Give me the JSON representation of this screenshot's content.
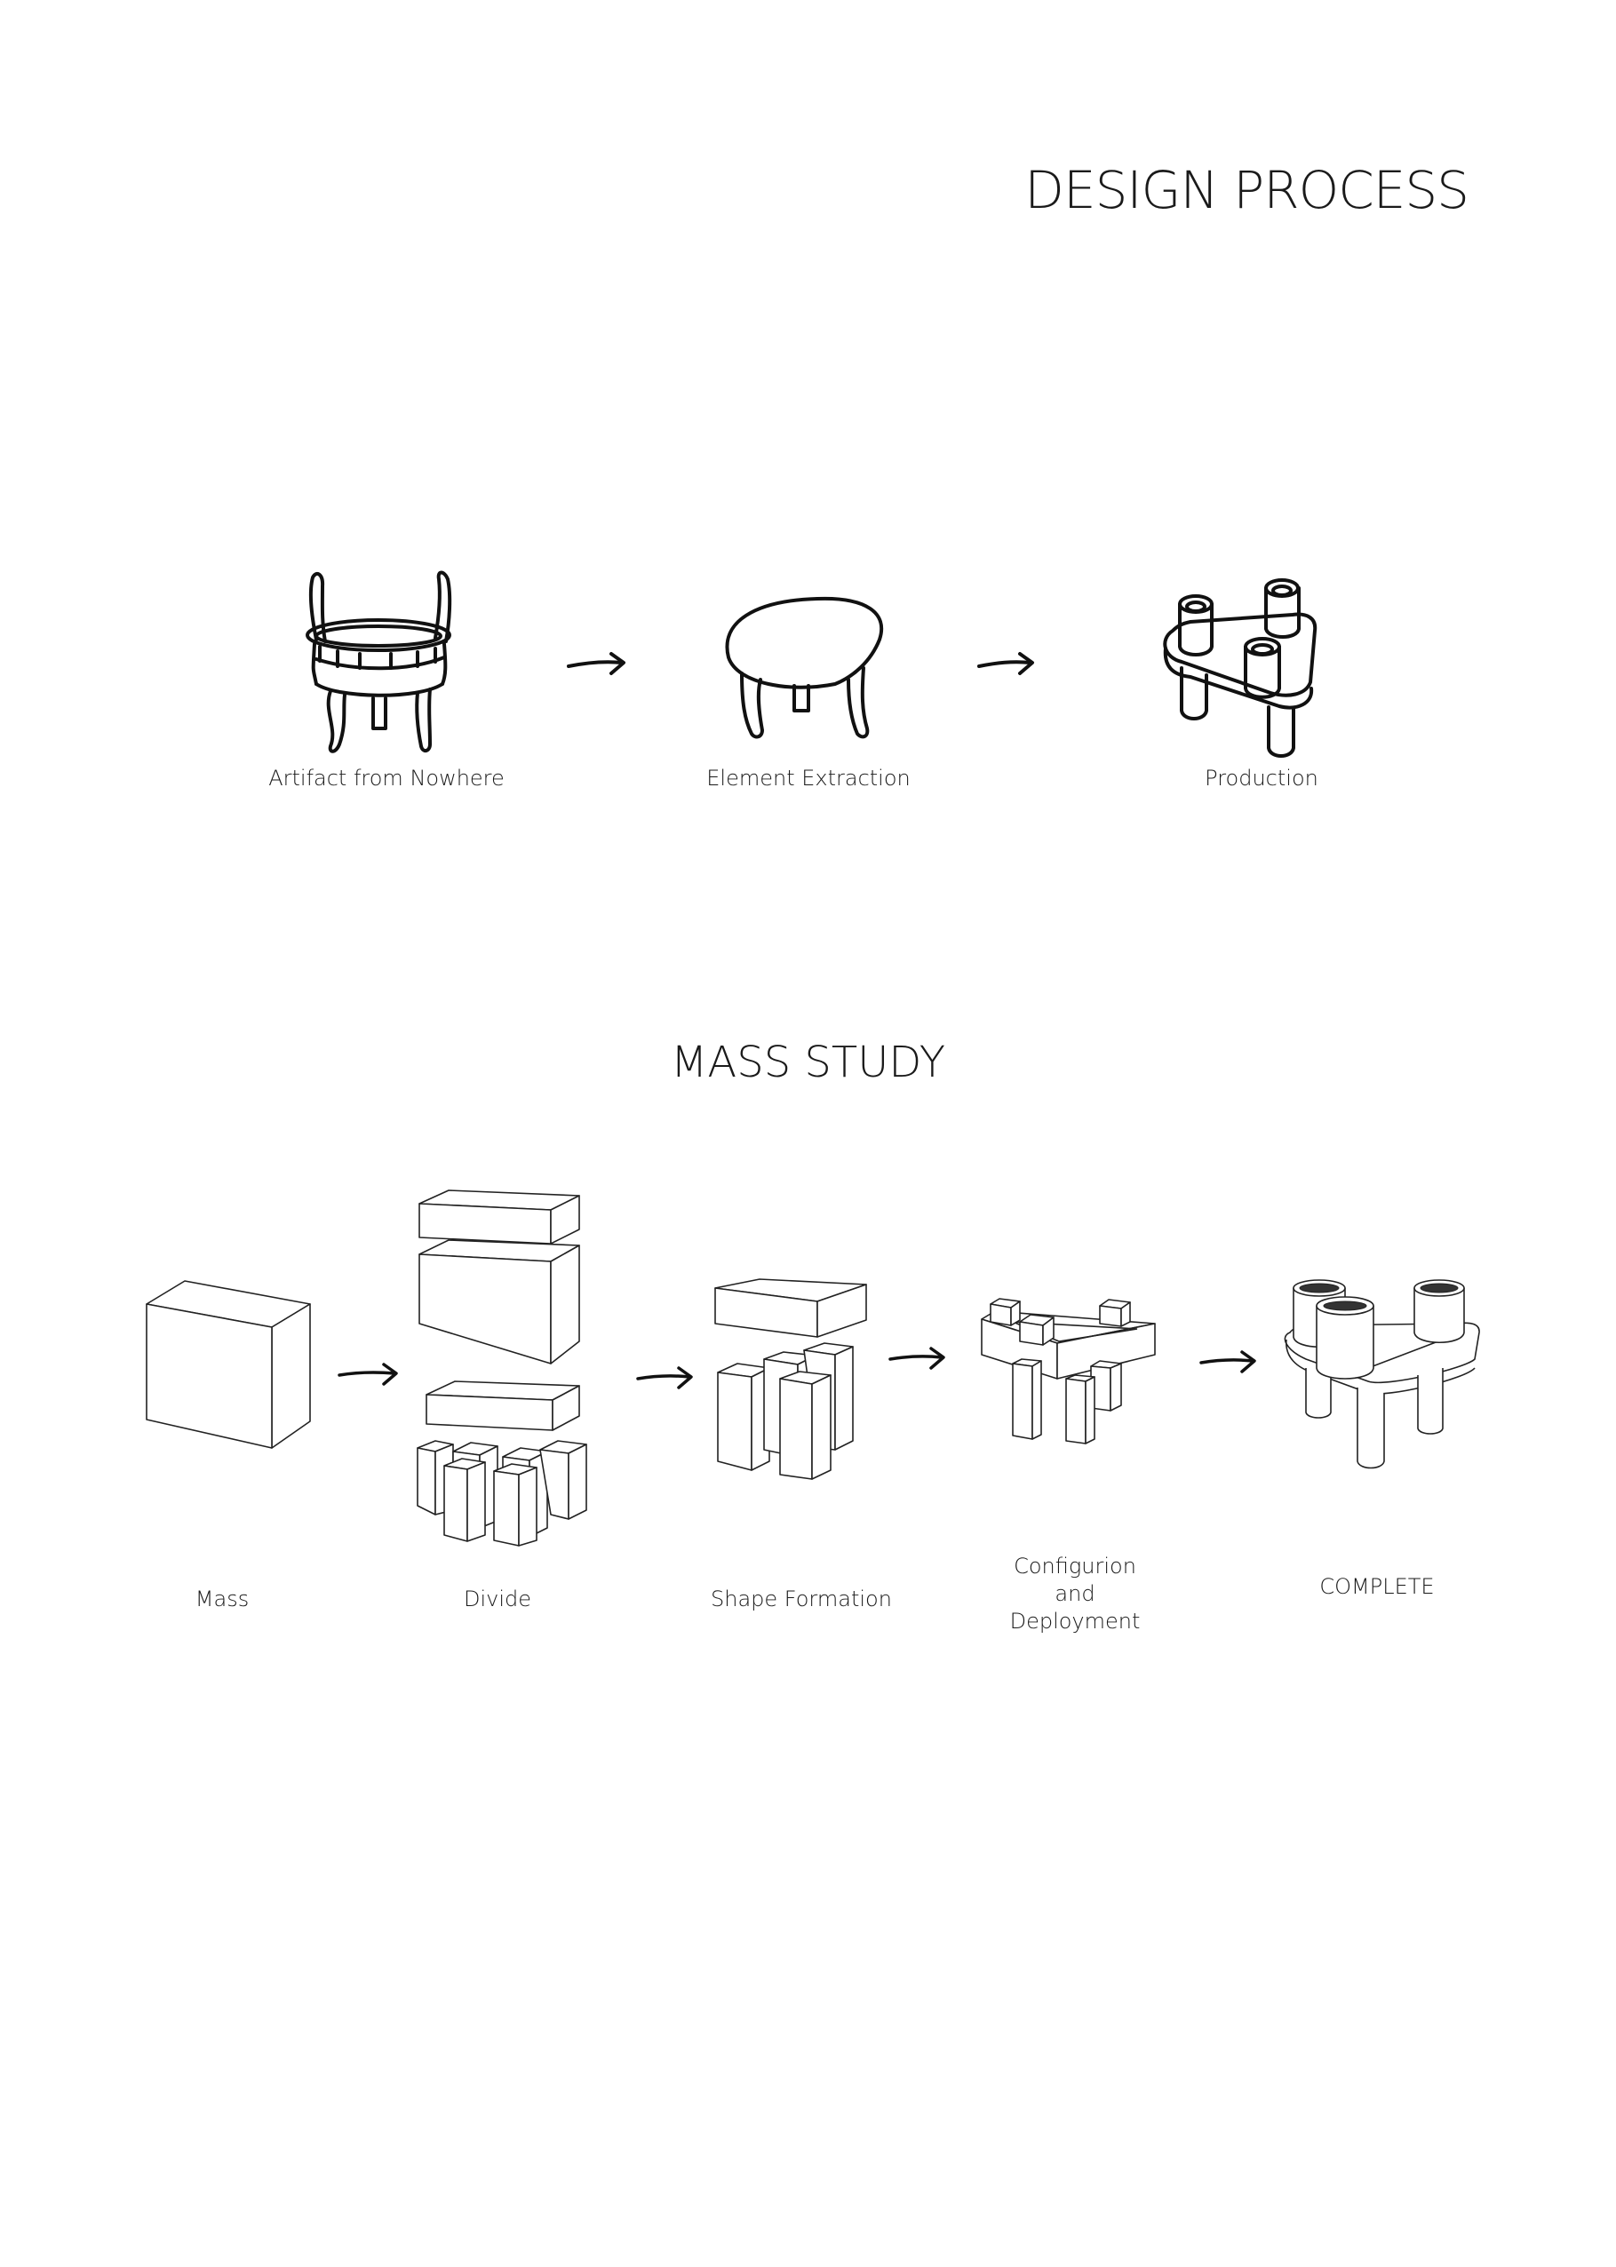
{
  "design_process": {
    "title": "DESIGN PROCESS",
    "steps": [
      {
        "label": "Artifact from Nowhere"
      },
      {
        "label": "Element Extraction"
      },
      {
        "label": "Production"
      }
    ]
  },
  "mass_study": {
    "title": "MASS STUDY",
    "steps": [
      {
        "label": "Mass"
      },
      {
        "label": "Divide"
      },
      {
        "label": "Shape Formation"
      },
      {
        "label": "Configurion and Deployment"
      },
      {
        "label": "COMPLETE"
      }
    ]
  }
}
